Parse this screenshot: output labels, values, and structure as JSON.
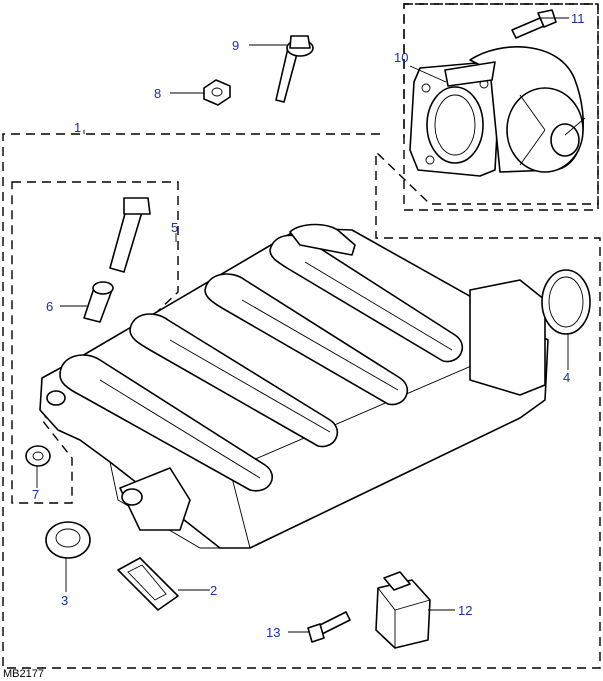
{
  "diagram": {
    "reference_code": "MB2177",
    "callouts": [
      {
        "id": "c1",
        "label": "1"
      },
      {
        "id": "c2",
        "label": "2"
      },
      {
        "id": "c3",
        "label": "3"
      },
      {
        "id": "c4",
        "label": "4"
      },
      {
        "id": "c5",
        "label": "5"
      },
      {
        "id": "c6",
        "label": "6"
      },
      {
        "id": "c7",
        "label": "7"
      },
      {
        "id": "c8",
        "label": "8"
      },
      {
        "id": "c9",
        "label": "9"
      },
      {
        "id": "c10",
        "label": "10"
      },
      {
        "id": "c11",
        "label": "11"
      },
      {
        "id": "c12",
        "label": "12"
      },
      {
        "id": "c13",
        "label": "13"
      }
    ],
    "colors": {
      "callout_text": "#1a2fb3",
      "line": "#000000",
      "background": "#ffffff"
    }
  }
}
